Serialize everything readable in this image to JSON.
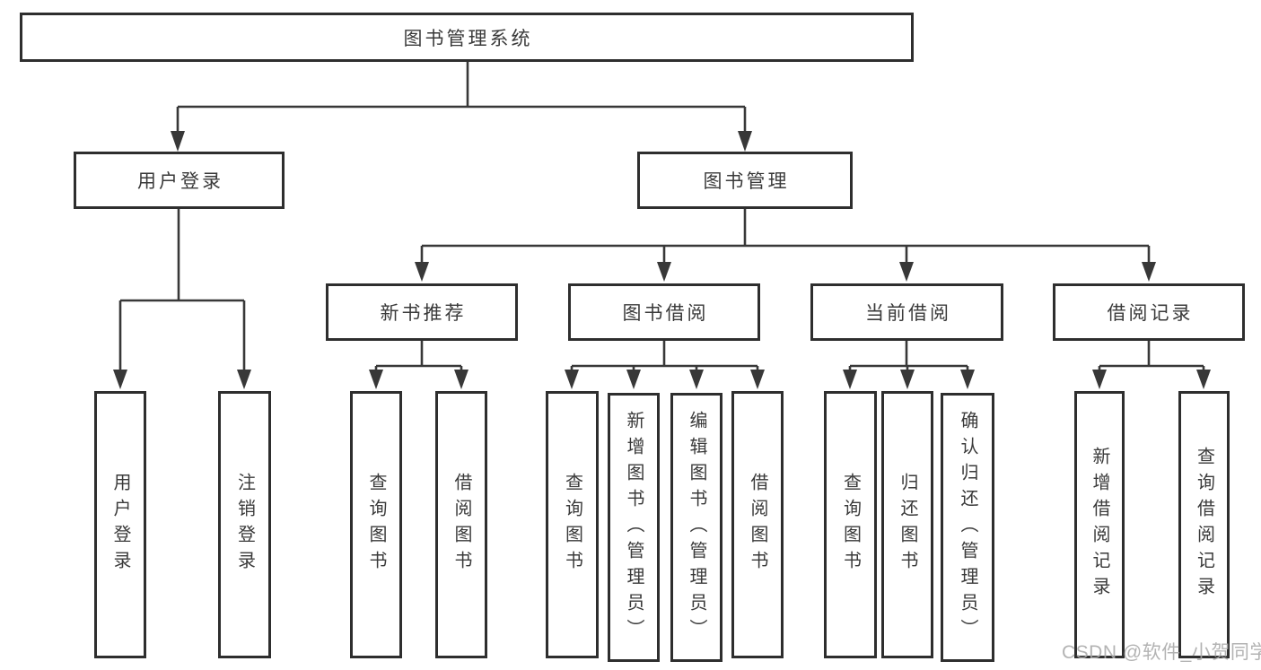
{
  "colors": {
    "line": "#383838",
    "box_border": "#2e2e2e",
    "box_fill": "#ffffff",
    "text": "#3a3a3a",
    "watermark": "#a9a9a9",
    "background": "#ffffff"
  },
  "tree": {
    "root": {
      "label": "图书管理系统"
    },
    "level2": [
      {
        "label": "用户登录",
        "children": [
          {
            "label": "用户登录"
          },
          {
            "label": "注销登录"
          }
        ]
      },
      {
        "label": "图书管理",
        "groups": [
          {
            "label": "新书推荐",
            "children": [
              {
                "label": "查询图书"
              },
              {
                "label": "借阅图书"
              }
            ]
          },
          {
            "label": "图书借阅",
            "children": [
              {
                "label": "查询图书"
              },
              {
                "label": "新增图书（管理员）"
              },
              {
                "label": "编辑图书（管理员）"
              },
              {
                "label": "借阅图书"
              }
            ]
          },
          {
            "label": "当前借阅",
            "children": [
              {
                "label": "查询图书"
              },
              {
                "label": "归还图书"
              },
              {
                "label": "确认归还（管理员）"
              }
            ]
          },
          {
            "label": "借阅记录",
            "children": [
              {
                "label": "新增借阅记录"
              },
              {
                "label": "查询借阅记录"
              }
            ]
          }
        ]
      }
    ]
  },
  "watermark": {
    "text": "CSDN @软件_小贺同学"
  }
}
